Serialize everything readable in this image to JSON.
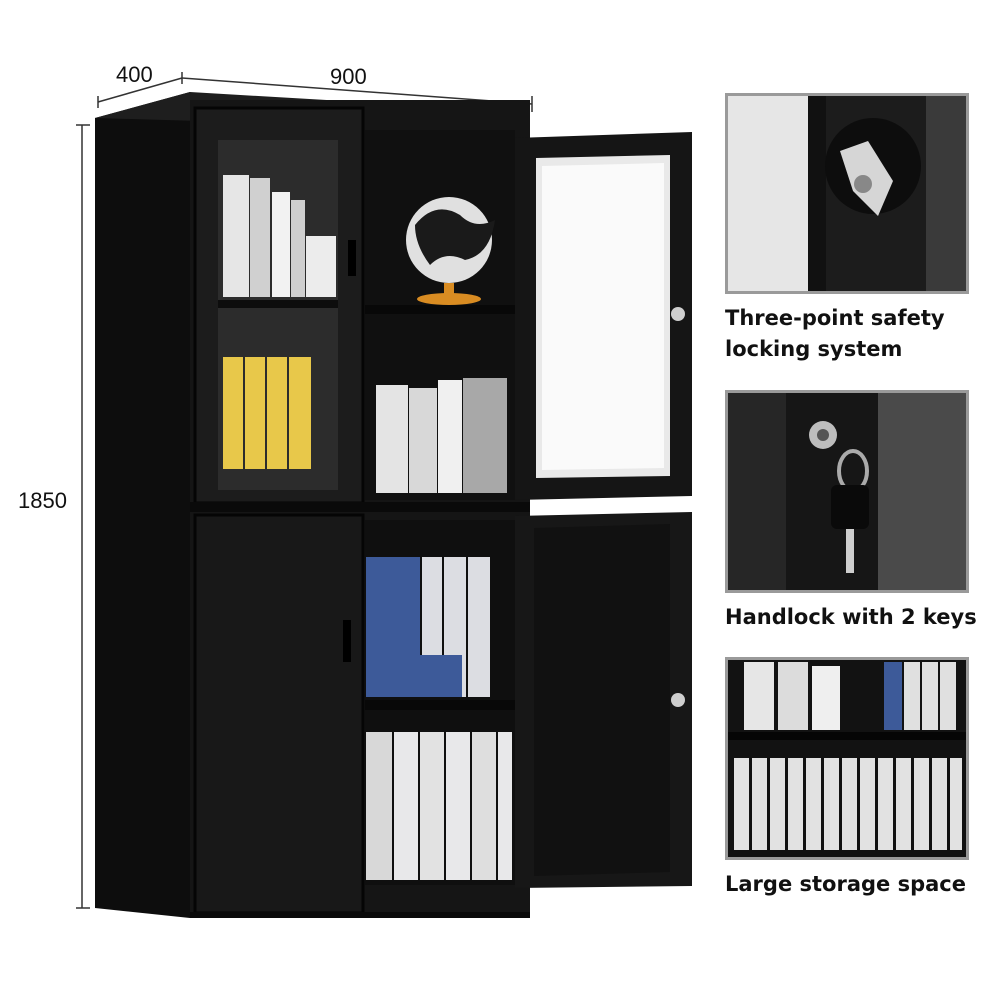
{
  "dimensions": {
    "depth": "400",
    "width": "900",
    "height": "1850"
  },
  "features": [
    {
      "caption": "Three-point safety locking system",
      "icon": "latch-lock-icon"
    },
    {
      "caption": "Handlock with 2 keys",
      "icon": "key-lock-icon"
    },
    {
      "caption": "Large storage space",
      "icon": "binders-shelf-icon"
    }
  ],
  "colors": {
    "cabinet": "#151515",
    "binder_blue": "#3d5a99",
    "binder_white": "#e8e8ea",
    "binder_yellow": "#e8c84a",
    "globe_base": "#d98c22"
  }
}
